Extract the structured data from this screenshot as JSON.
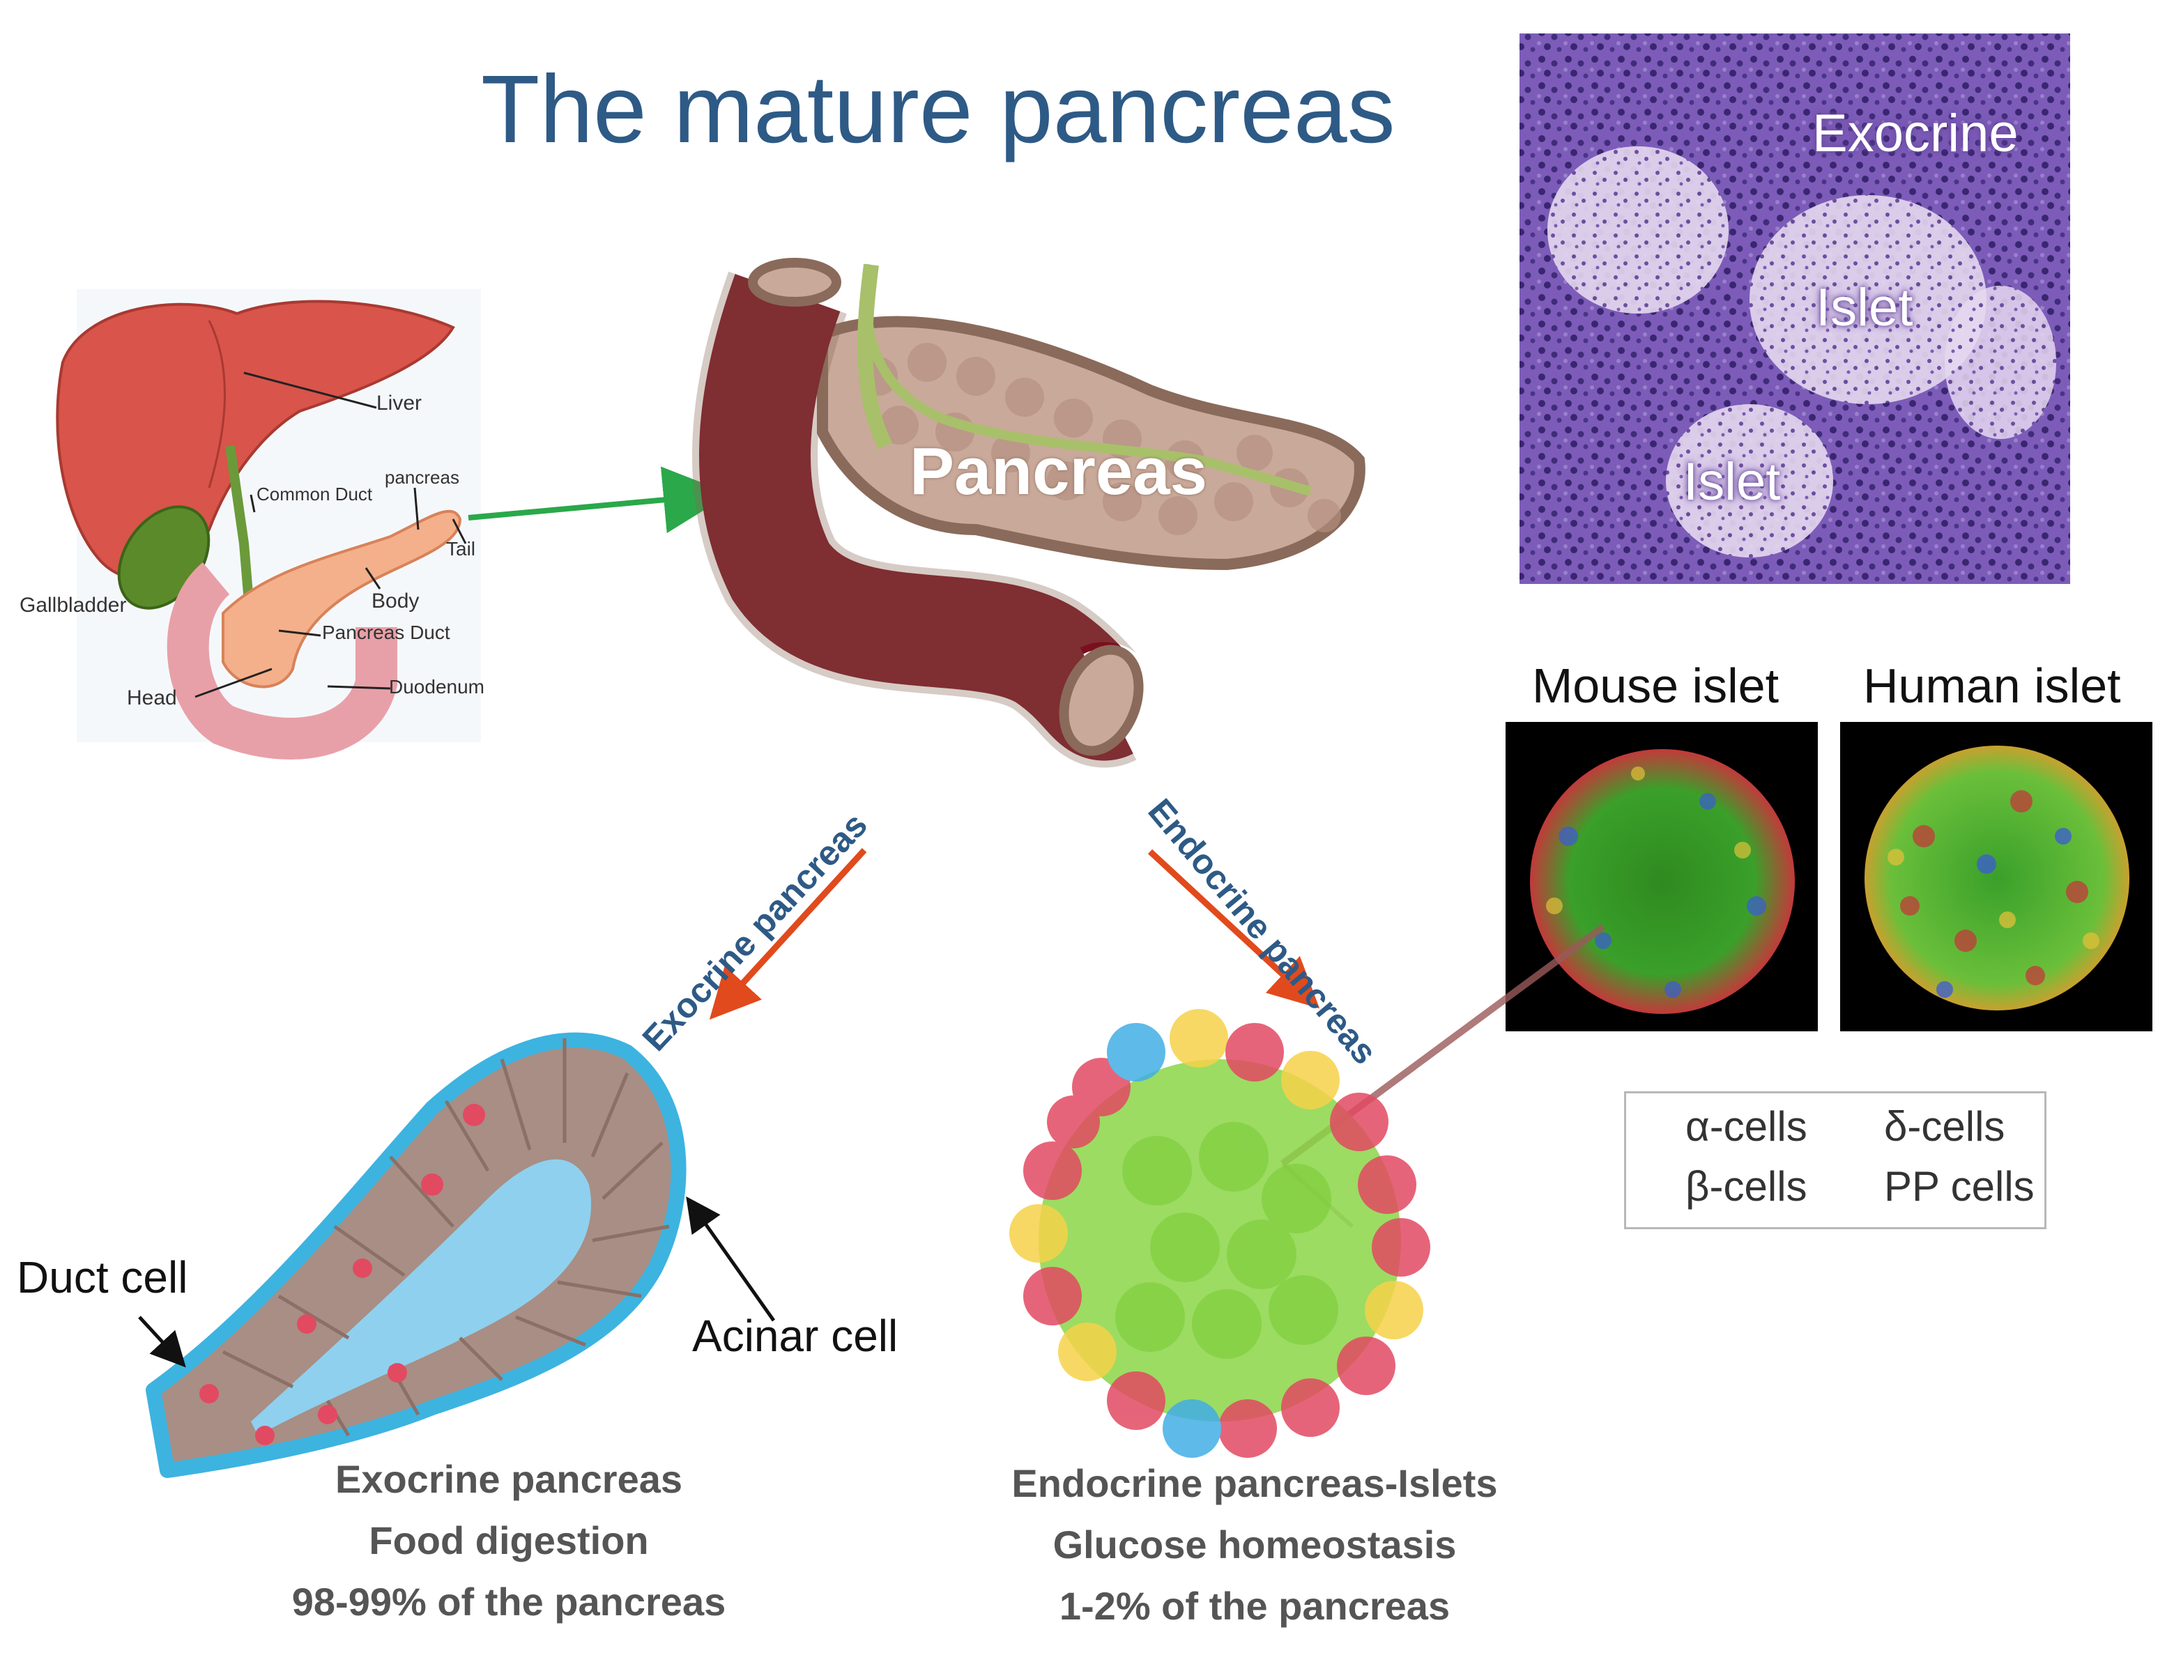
{
  "title": "The mature pancreas",
  "anatomy_labels": {
    "liver": "Liver",
    "common_duct": "Common Duct",
    "pancreas": "pancreas",
    "tail": "Tail",
    "gallbladder": "Gallbladder",
    "body": "Body",
    "pancreas_duct": "Pancreas Duct",
    "head": "Head",
    "duodenum": "Duodenum"
  },
  "pancreas_label": "Pancreas",
  "histology_labels": {
    "exocrine": "Exocrine",
    "islet_1": "Islet",
    "islet_2": "Islet"
  },
  "islet_headers": {
    "mouse": "Mouse islet",
    "human": "Human islet"
  },
  "legend": [
    {
      "label": "α-cells",
      "color": "#e03a2e"
    },
    {
      "label": "δ-cells",
      "color": "#f2c84a"
    },
    {
      "label": "β-cells",
      "color": "#2ea336"
    },
    {
      "label": "PP cells",
      "color": "#3aa4b8"
    }
  ],
  "branch_labels": {
    "exocrine": "Exocrine pancreas",
    "endocrine": "Endocrine pancreas"
  },
  "cell_labels": {
    "duct": "Duct cell",
    "acinar": "Acinar cell"
  },
  "exocrine_summary": {
    "line1": "Exocrine pancreas",
    "line2": "Food digestion",
    "line3": "98-99% of the pancreas"
  },
  "endocrine_summary": {
    "line1": "Endocrine  pancreas-Islets",
    "line2": "Glucose homeostasis",
    "line3": "1-2% of the pancreas"
  },
  "colors": {
    "title": "#2e5a86",
    "duct_outline": "#3db3e0",
    "acinar_tissue": "#a88e84",
    "islet_green": "#8bd646",
    "alpha_cell": "#e24a62",
    "delta_cell": "#f6d24a",
    "pp_cell": "#42aee6",
    "exocrine_arrow": "#e14a1c",
    "pancreas_duodenum": "#7a0f1e"
  }
}
